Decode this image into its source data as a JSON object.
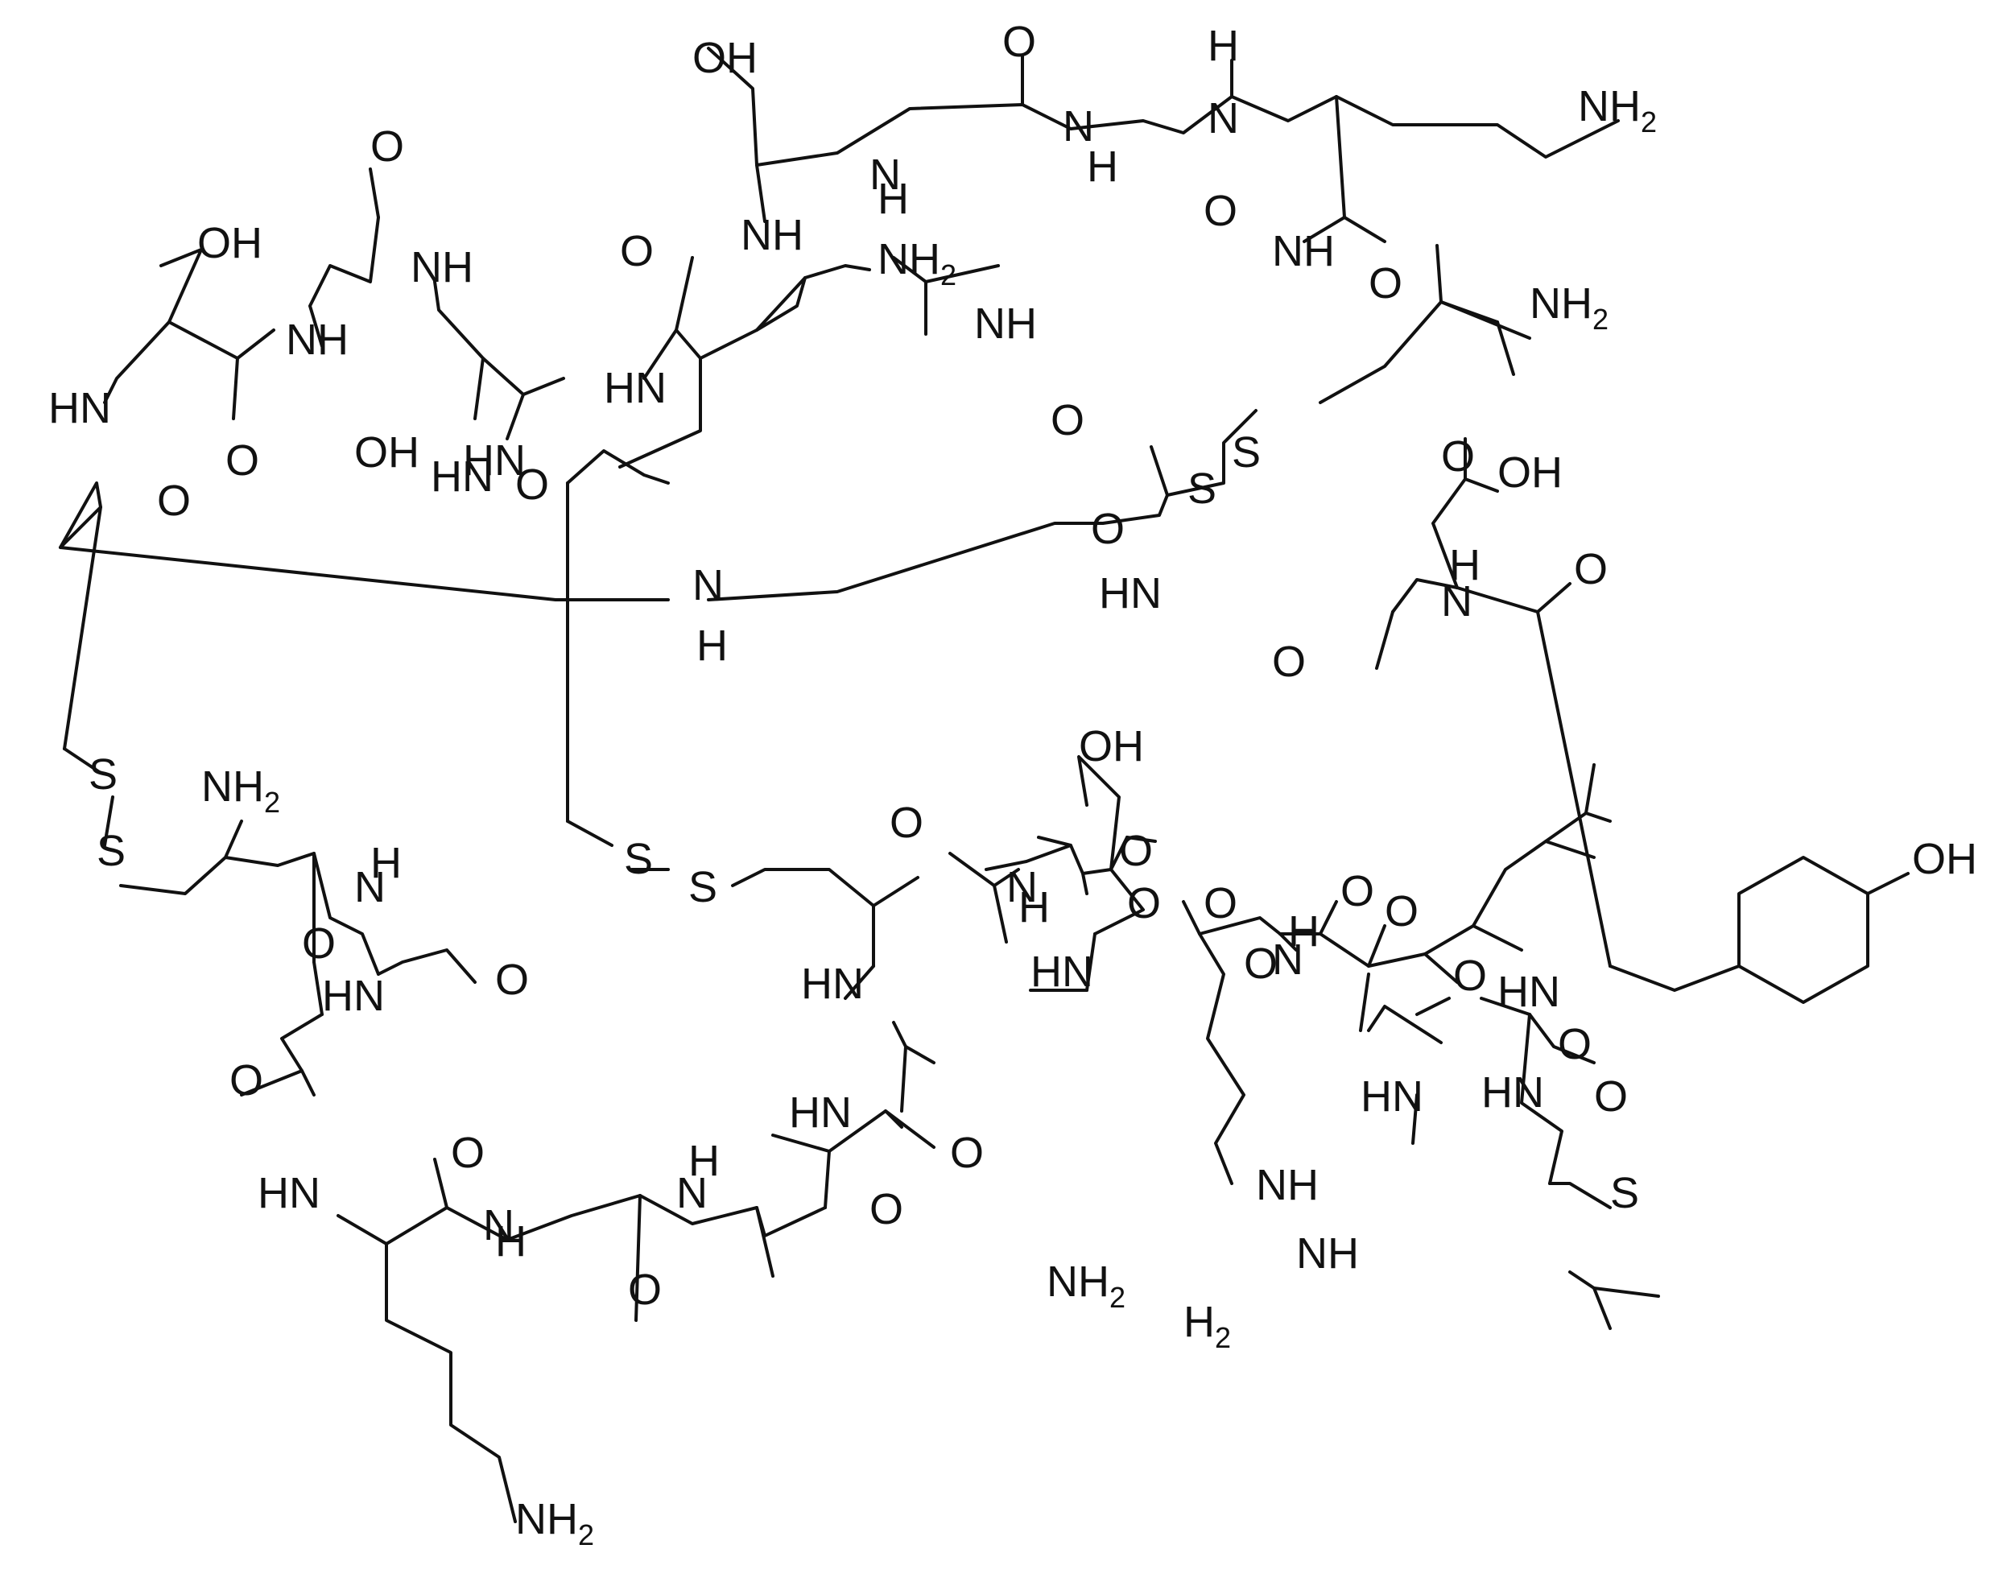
{
  "colors": {
    "background": "#ffffff",
    "ink": "#111111"
  },
  "atoms": {
    "OH": "OH",
    "O": "O",
    "NH": "NH",
    "HN": "HN",
    "H": "H",
    "N": "N",
    "NH2": "NH",
    "H2N": "H",
    "S": "S",
    "S_methyl": "S",
    "sub2": "2"
  }
}
